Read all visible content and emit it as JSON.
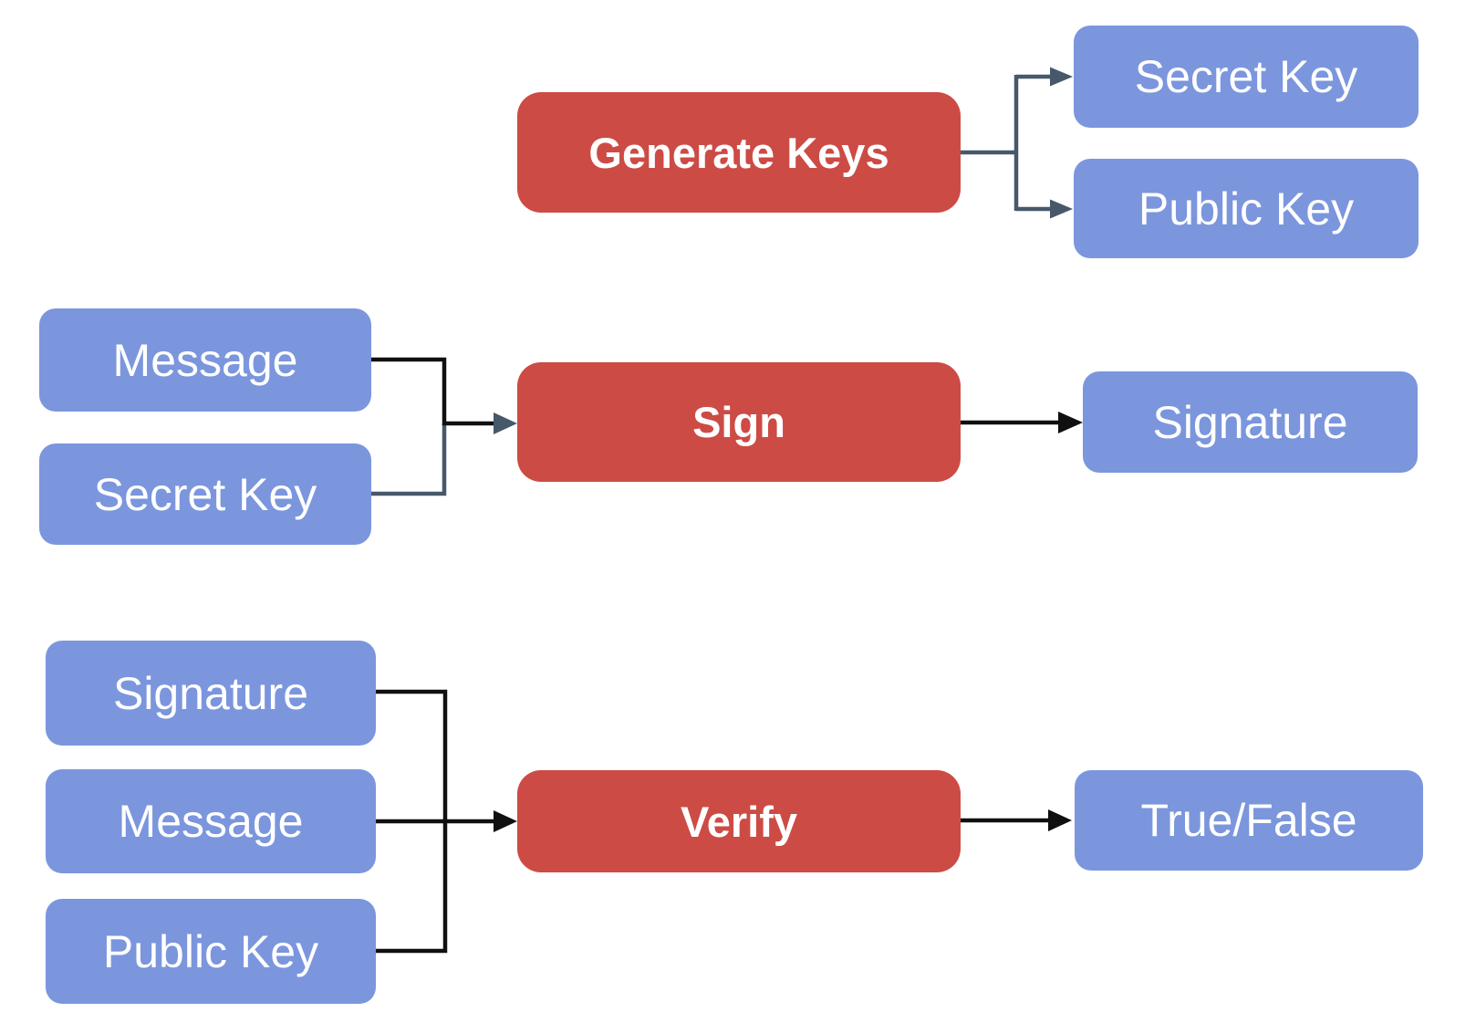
{
  "diagram": {
    "description": "Digital signature flow diagram with three operations: key generation, signing, and verification",
    "colors": {
      "process_fill": "#CD4B45",
      "data_fill": "#7B96DD",
      "label_color": "#FFFFFF",
      "connector_dark": "#47586B",
      "connector_black": "#101010"
    },
    "nodes": {
      "generate_keys": {
        "label": "Generate Keys",
        "type": "process"
      },
      "secret_key_out": {
        "label": "Secret Key",
        "type": "data"
      },
      "public_key_out": {
        "label": "Public Key",
        "type": "data"
      },
      "message_sign": {
        "label": "Message",
        "type": "data"
      },
      "secret_key_sign": {
        "label": "Secret Key",
        "type": "data"
      },
      "sign": {
        "label": "Sign",
        "type": "process"
      },
      "signature_out": {
        "label": "Signature",
        "type": "data"
      },
      "signature_verify": {
        "label": "Signature",
        "type": "data"
      },
      "message_verify": {
        "label": "Message",
        "type": "data"
      },
      "public_key_verify": {
        "label": "Public Key",
        "type": "data"
      },
      "verify": {
        "label": "Verify",
        "type": "process"
      },
      "true_false": {
        "label": "True/False",
        "type": "data"
      }
    },
    "flows": [
      {
        "from": "Generate Keys",
        "to": "Secret Key"
      },
      {
        "from": "Generate Keys",
        "to": "Public Key"
      },
      {
        "from": "Message",
        "to": "Sign"
      },
      {
        "from": "Secret Key",
        "to": "Sign"
      },
      {
        "from": "Sign",
        "to": "Signature"
      },
      {
        "from": "Signature",
        "to": "Verify"
      },
      {
        "from": "Message",
        "to": "Verify"
      },
      {
        "from": "Public Key",
        "to": "Verify"
      },
      {
        "from": "Verify",
        "to": "True/False"
      }
    ]
  }
}
